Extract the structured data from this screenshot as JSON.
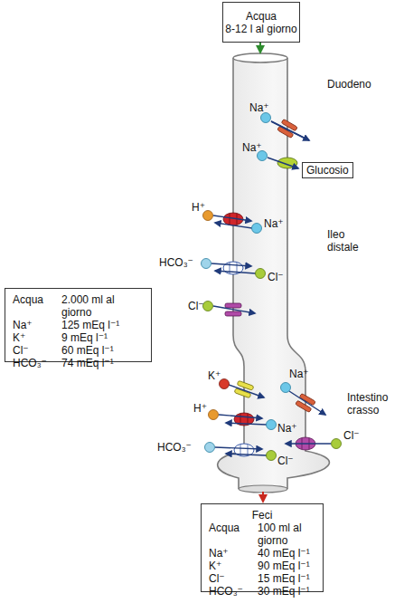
{
  "diagram": {
    "nodes": [
      {
        "text": [
          "Acqua",
          "8-12 l al giorno"
        ]
      },
      {
        "text": [
          "Glucosio"
        ]
      },
      {
        "text": [
          "Acqua",
          "2.000 ml al giorno",
          "Na⁺",
          "125 mEq l⁻¹",
          "K⁺",
          "9 mEq l⁻¹",
          "Cl⁻",
          "60 mEq l⁻¹",
          "HCO₃⁻",
          "74 mEq l⁻¹"
        ]
      },
      {
        "text": [
          "Feci",
          "Acqua",
          "100 ml al giorno",
          "Na⁺",
          "40 mEq l⁻¹",
          "K⁺",
          "90 mEq l⁻¹",
          "Cl⁻",
          "15 mEq l⁻¹",
          "HCO₃⁻",
          "30 mEq l⁻¹"
        ]
      }
    ],
    "labels": [
      "Duodeno",
      "Na⁺",
      "Na⁺",
      "H⁺",
      "Ileo distale",
      "Na⁺",
      "HCO₃⁻",
      "Cl⁻",
      "Cl⁻",
      "K⁺",
      "H⁺",
      "Na⁺",
      "HCO₃⁻",
      "Cl⁻",
      "Na⁺",
      "Intestino crasso",
      "Cl⁻"
    ]
  }
}
